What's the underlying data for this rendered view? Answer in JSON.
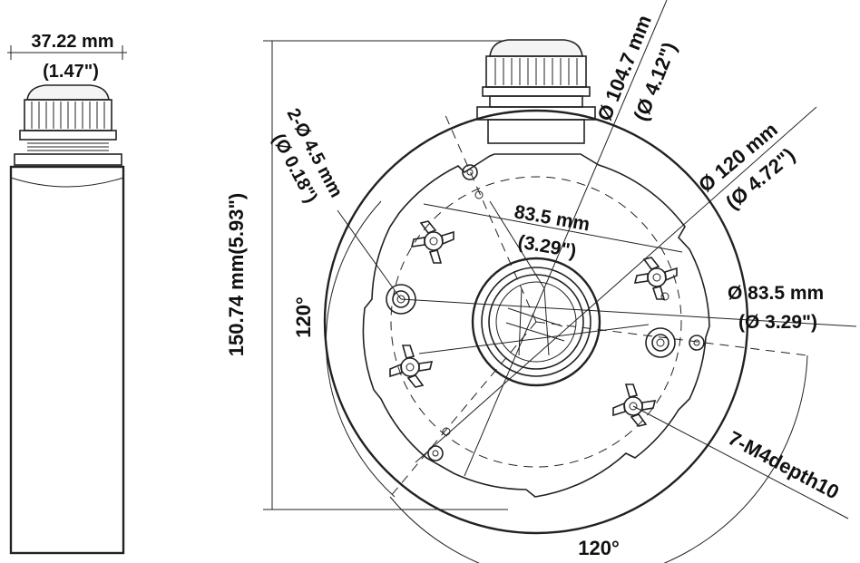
{
  "side_view": {
    "width_mm": "37.22 mm",
    "width_in": "(1.47\")"
  },
  "top_view": {
    "height_dim": "150.74 mm(5.93\")",
    "angle_left": "120°",
    "angle_bottom": "120°",
    "hole_dia_mm": "2-Ø 4.5 mm",
    "hole_dia_in": "(Ø 0.18\")",
    "dia_1047_mm": "Ø 104.7 mm",
    "dia_1047_in": "(Ø 4.12\")",
    "dia_120_mm": "Ø 120 mm",
    "dia_120_in": "(Ø 4.72\")",
    "span_835_mm": "83.5 mm",
    "span_835_in": "(3.29\")",
    "dia_835_mm": "Ø 83.5 mm",
    "dia_835_in": "(Ø 3.29\")",
    "thread_spec": "7-M4depth10"
  }
}
